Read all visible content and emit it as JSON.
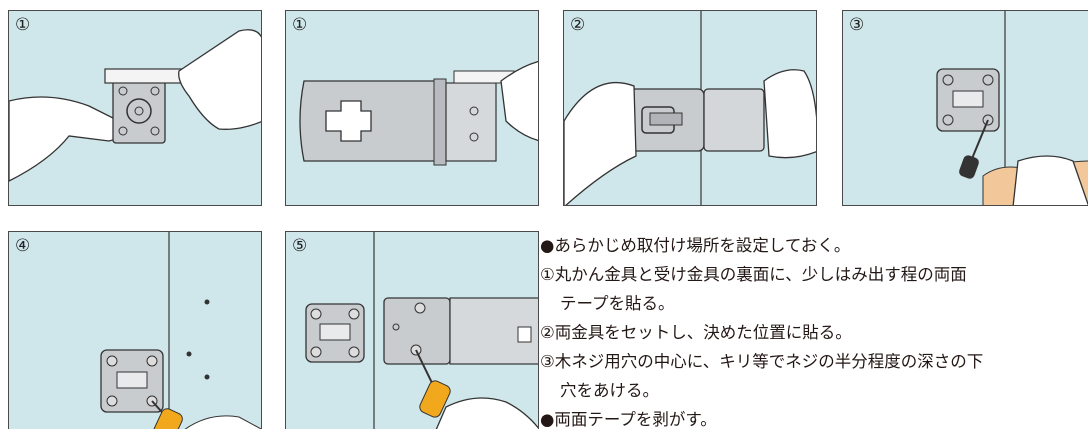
{
  "panels": [
    {
      "step": "①"
    },
    {
      "step": "①"
    },
    {
      "step": "②"
    },
    {
      "step": "③"
    },
    {
      "step": "④"
    },
    {
      "step": "⑤"
    }
  ],
  "instructions": [
    "●あらかじめ取付け場所を設定しておく。",
    "①丸かん金具と受け金具の裏面に、少しはみ出す程の両面",
    "テープを貼る。",
    "②両金具をセットし、決めた位置に貼る。",
    "③木ネジ用穴の中心に、キリ等でネジの半分程度の深さの下",
    "穴をあける。",
    "●両面テープを剥がす。"
  ],
  "colors": {
    "panel_bg": "#cfe6ea",
    "border": "#4a4a4a",
    "metal": "#c9cccf",
    "skin": "#ffffff",
    "handle": "#f2a81d"
  }
}
